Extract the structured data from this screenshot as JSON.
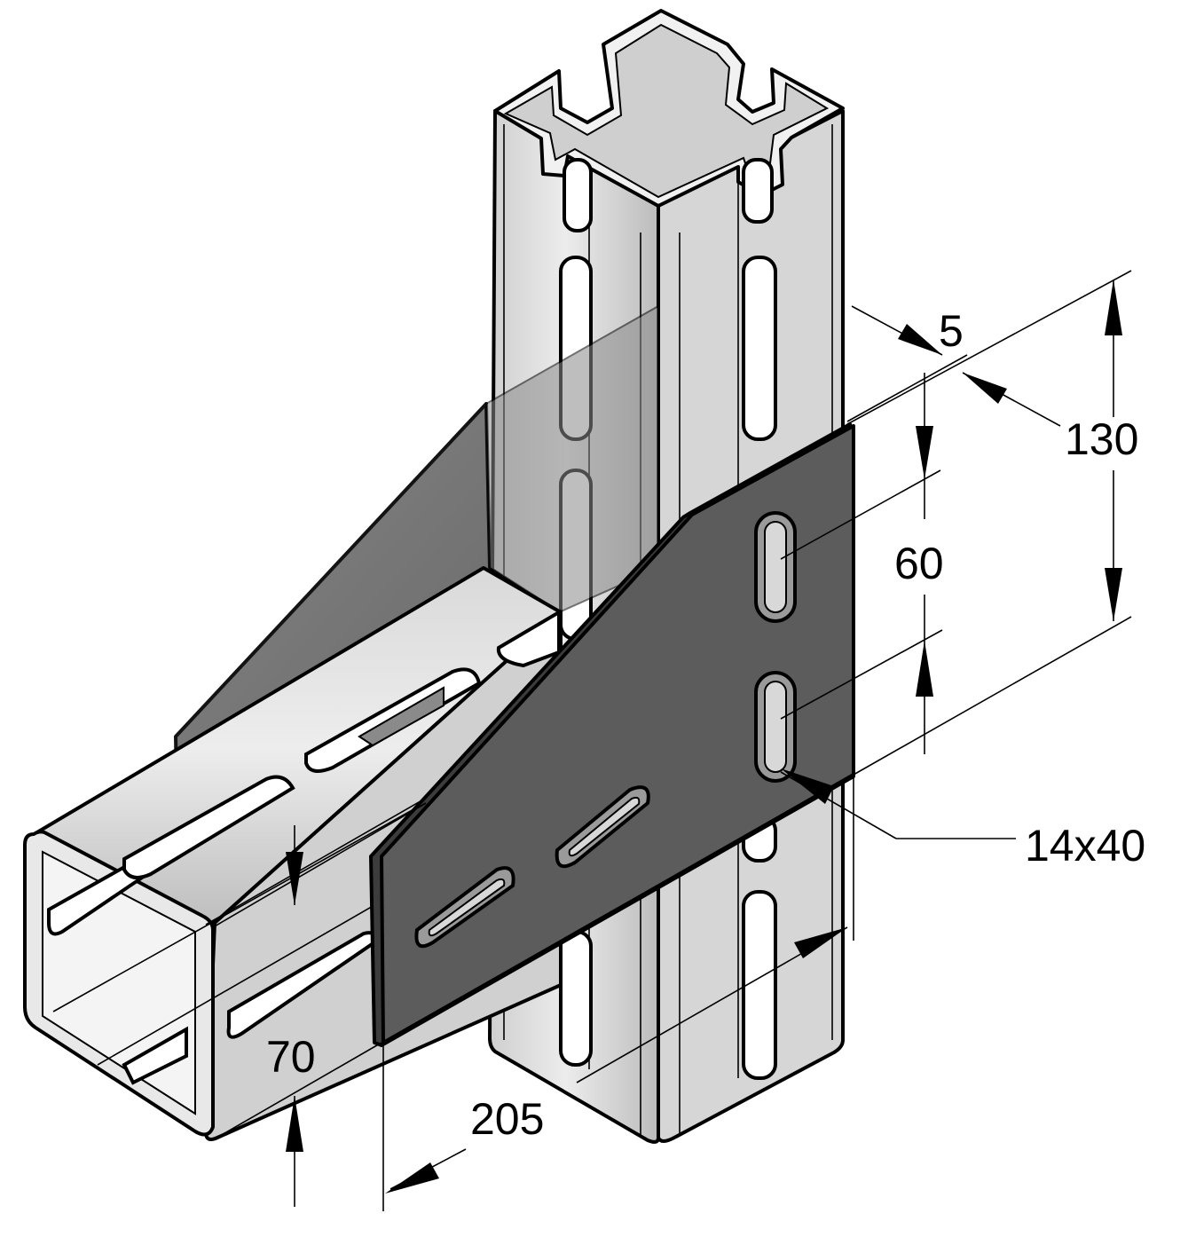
{
  "dimensions": {
    "plate_offset": "5",
    "total_height": "130",
    "slot_spacing": "60",
    "slot_size": "14x40",
    "tube_height": "70",
    "plate_length": "205"
  },
  "colors": {
    "plate": "#5c5c5c",
    "tube_light": "#dcdcdc",
    "tube_mid": "#bdbdbd",
    "tube_dark": "#9a9a9a",
    "line": "#000000"
  }
}
